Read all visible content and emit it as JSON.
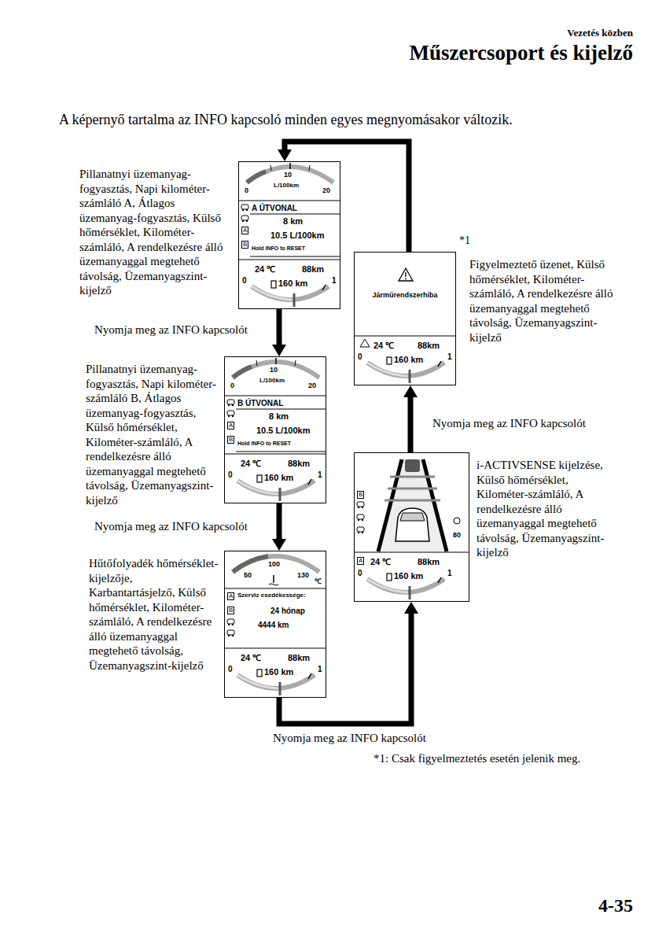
{
  "diagram": {
    "title": "Műszercsoport és kijelző",
    "nodes": [
      {
        "text": [
          "Pillanatnyi üzemanyag-fogyasztás, Napi kilométer-számláló A, Átlagos üzemanyag-fogyasztás, Külső hőmérséklet, Kilométer-számláló, A rendelkezésre álló üzemanyaggal megtehető távolság, Üzemanyagszint-kijelző",
          "10",
          "0",
          "L/100km",
          "20",
          "A ÚTVONAL",
          "A",
          "8 km",
          "B",
          "10.5 L/100km",
          "Hold INFO to RESET",
          "24 ℃",
          "88km",
          "0",
          "160 km",
          "1"
        ]
      },
      {
        "text": [
          "Pillanatnyi üzemanyag-fogyasztás, Napi kilométer-számláló B, Átlagos üzemanyag-fogyasztás, Külső hőmérséklet, Kilométer-számláló, A rendelkezésre álló üzemanyaggal megtehető távolság, Üzemanyagszint-kijelző",
          "10",
          "0",
          "L/100km",
          "20",
          "B ÚTVONAL",
          "A",
          "8 km",
          "B",
          "10.5 L/100km",
          "Hold INFO to RESET",
          "24 ℃",
          "88km",
          "0",
          "160 km",
          "1"
        ]
      },
      {
        "text": [
          "Hűtőfolyadék hőmérséklet-kijelzője, Karbantartásjelző, Külső hőmérséklet, Kilométer-számláló, A rendelkezésre álló üzemanyaggal megtehető távolság, Üzemanyagszint-kijelző",
          "50",
          "100",
          "130",
          "℃",
          "A",
          "Szerviz esedékessége:",
          "B",
          "24 hónap",
          "4444 km",
          "24 ℃",
          "88km",
          "0",
          "160 km",
          "1"
        ]
      },
      {
        "text": [
          "i-ACTIVSENSE kijelzése, Külső hőmérséklet, Kilométer-számláló, A rendelkezésre álló üzemanyaggal megtehető távolság, Üzemanyagszint-kijelző",
          "B",
          "80",
          "A",
          "24 ℃",
          "88km",
          "0",
          "160 km",
          "1"
        ]
      },
      {
        "text": [
          "Figyelmeztető üzenet, Külső hőmérséklet, Kilométer-számláló, A rendelkezésre álló üzemanyaggal megtehető távolság, Üzemanyagszint-kijelző",
          "Járműrendszerhiba",
          "24 ℃",
          "88km",
          "0",
          "160 km",
          "1"
        ]
      }
    ],
    "edges": [
      {
        "from": 0,
        "to": 1,
        "label": "Nyomja meg az INFO kapcsolót",
        "arrow": "to"
      },
      {
        "from": 1,
        "to": 2,
        "label": "Nyomja meg az INFO kapcsolót",
        "arrow": "to"
      },
      {
        "from": 2,
        "to": 3,
        "label": "Nyomja meg az INFO kapcsolót",
        "arrow": "to"
      },
      {
        "from": 3,
        "to": 4,
        "label": "Nyomja meg az INFO kapcsolót",
        "arrow": "to"
      },
      {
        "from": 4,
        "to": 0,
        "arrow": "to"
      }
    ],
    "labels": [
      "Vezetés közben",
      "A képernyő tartalma az INFO kapcsoló minden egyes megnyomásakor változik.",
      "*1",
      "*1: Csak figyelmeztetés esetén jelenik meg.",
      "4-35"
    ]
  }
}
